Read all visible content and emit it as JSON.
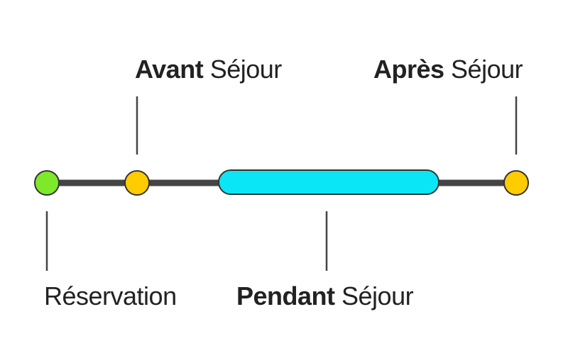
{
  "timeline": {
    "colors": {
      "line": "#444444",
      "reservation_dot": "#7ee82a",
      "stage_dot": "#ffcc00",
      "stay_bar": "#0ae6f5",
      "outline": "#333333",
      "text": "#222222"
    },
    "labels": {
      "reservation": "Réservation",
      "avant_bold": "Avant",
      "avant_rest": " Séjour",
      "pendant_bold": "Pendant",
      "pendant_rest": " Séjour",
      "apres_bold": "Après",
      "apres_rest": " Séjour"
    }
  }
}
